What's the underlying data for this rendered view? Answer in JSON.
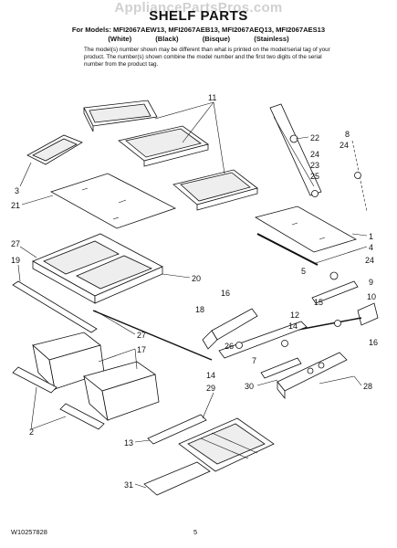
{
  "header": {
    "watermark": "AppliancePartsPros.com",
    "title": "SHELF PARTS",
    "models_line": "For Models: MFI2067AEW13, MFI2067AEB13, MFI2067AEQ13, MFI2067AES13",
    "colors": [
      "(White)",
      "(Black)",
      "(Bisque)",
      "(Stainless)"
    ],
    "note": "The model(s) number shown may be different than what is printed on the model/serial tag of your product. The number(s) shown combine the model number and the first two digits of the serial number from the product tag."
  },
  "footer": {
    "doc_number": "W10257828",
    "page": "5"
  },
  "callouts": [
    "11",
    "22",
    "8",
    "24",
    "3",
    "21",
    "24",
    "23",
    "25",
    "1",
    "4",
    "27",
    "19",
    "20",
    "24",
    "9",
    "16",
    "5",
    "10",
    "18",
    "15",
    "12",
    "14",
    "27",
    "17",
    "26",
    "7",
    "16",
    "2",
    "14",
    "30",
    "28",
    "29",
    "13",
    "31"
  ]
}
